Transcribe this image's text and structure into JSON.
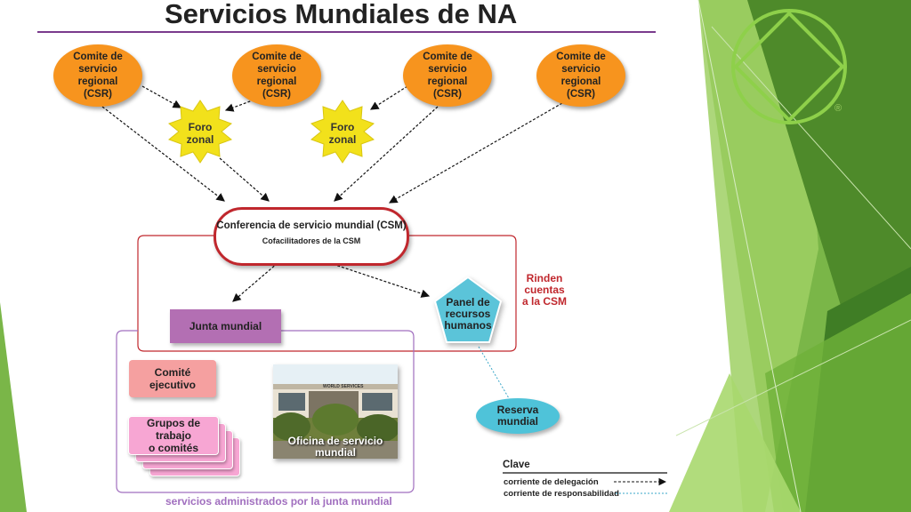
{
  "slide": {
    "title": "Servicios Mundiales de NA",
    "csr_label": "Comite de servicio regional (CSR)",
    "csr_lines": [
      "Comite de",
      "servicio",
      "regional",
      "(CSR)"
    ],
    "foro_lines": [
      "Foro",
      "zonal"
    ],
    "csm_title": "Conferencia de servicio mundial (CSM)",
    "csm_sub": "Cofacilitadores de la CSM",
    "junta": "Junta mundial",
    "panel_lines": [
      "Panel de",
      "recursos",
      "humanos"
    ],
    "comite_lines": [
      "Comité",
      "ejecutivo"
    ],
    "grupos_lines": [
      "Grupos de trabajo",
      "o comités"
    ],
    "oficina_lines": [
      "Oficina de servicio",
      "mundial"
    ],
    "reserva_lines": [
      "Reserva",
      "mundial"
    ],
    "rinden_lines": [
      "Rinden",
      "cuentas",
      "a la CSM"
    ],
    "footer": "servicios administrados por la junta mundial",
    "photo_sign": "WORLD SERVICES",
    "registered_mark": "®"
  },
  "legend": {
    "title": "Clave",
    "delegation": "corriente de delegación",
    "responsibility": "corriente de responsabilidad"
  },
  "colors": {
    "csr": "#f7941e",
    "foro": "#f2e11b",
    "csm_border": "#c0272d",
    "junta": "#b36fb3",
    "panel": "#5bc4d9",
    "reserva": "#4fc3d9",
    "comite": "#f5a0a0",
    "grupos": "#f7a6d3",
    "frame_red": "#c0272d",
    "frame_purple": "#a16fbf",
    "green_dark": "#4e8a2a",
    "green_light": "#8dc63f"
  }
}
